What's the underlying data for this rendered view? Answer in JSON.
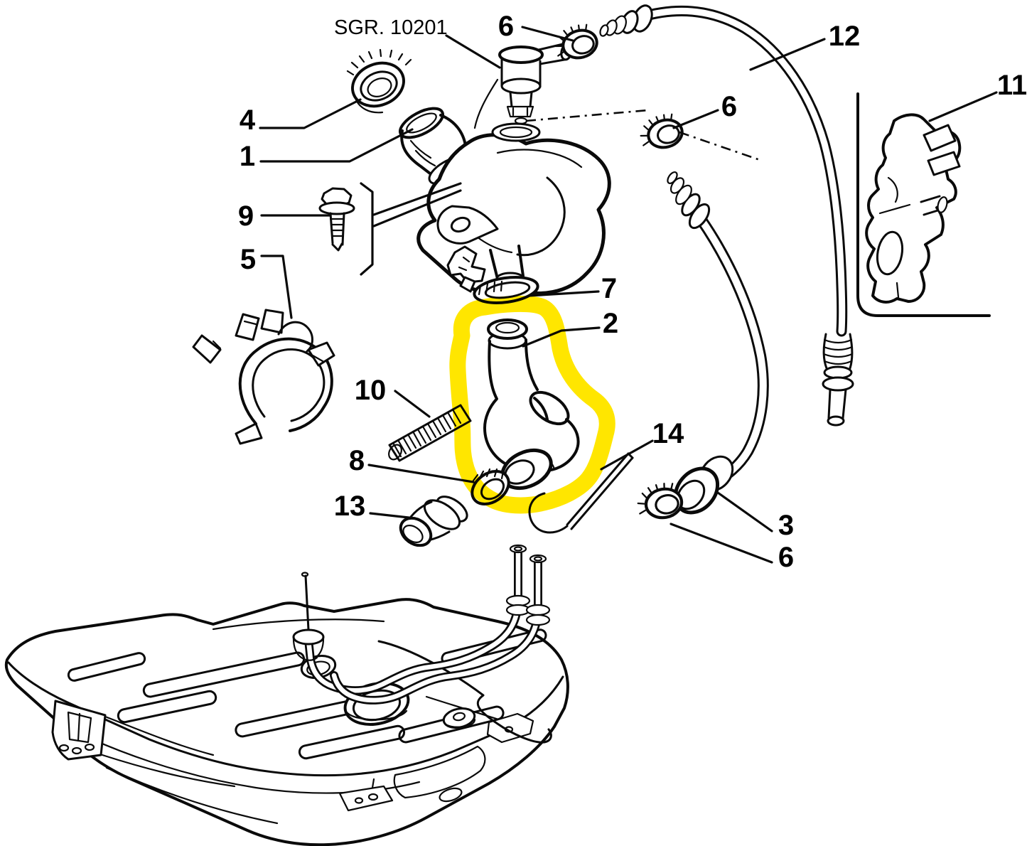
{
  "figure": {
    "type": "exploded-parts-diagram",
    "subject": "fuel tank, filler breather device, hoses and clamps",
    "reference_label": "SGR. 10201",
    "background_color": "#ffffff",
    "line_color": "#0a0a0a",
    "highlight": {
      "color": "#ffe600",
      "highlighted_callout": "2",
      "style": "hand-drawn ring around hose"
    }
  },
  "callouts": [
    {
      "id": "sgr-ref",
      "label": "SGR. 10201"
    },
    {
      "id": "callout-6-top",
      "label": "6"
    },
    {
      "id": "callout-12",
      "label": "12"
    },
    {
      "id": "callout-11",
      "label": "11"
    },
    {
      "id": "callout-4",
      "label": "4"
    },
    {
      "id": "callout-6-mid",
      "label": "6"
    },
    {
      "id": "callout-1",
      "label": "1"
    },
    {
      "id": "callout-9",
      "label": "9"
    },
    {
      "id": "callout-5",
      "label": "5"
    },
    {
      "id": "callout-7",
      "label": "7"
    },
    {
      "id": "callout-2",
      "label": "2"
    },
    {
      "id": "callout-10",
      "label": "10"
    },
    {
      "id": "callout-14",
      "label": "14"
    },
    {
      "id": "callout-8",
      "label": "8"
    },
    {
      "id": "callout-13",
      "label": "13"
    },
    {
      "id": "callout-3",
      "label": "3"
    },
    {
      "id": "callout-6-bottom",
      "label": "6"
    }
  ]
}
